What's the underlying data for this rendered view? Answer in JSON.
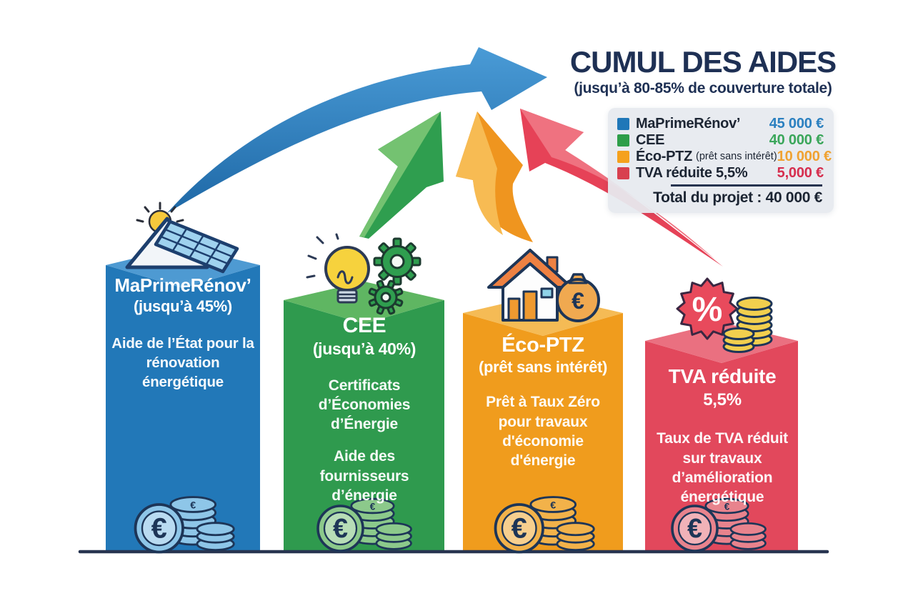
{
  "title": {
    "main": "CUMUL DES AIDES",
    "subtitle": "(jusqu’à 80-85% de couverture totale)"
  },
  "legend": {
    "items": [
      {
        "name": "MaPrimeRénov’",
        "note": "",
        "value": "45 000 €",
        "color": "#1f77b8",
        "value_color": "#2b80c0"
      },
      {
        "name": "CEE",
        "note": "",
        "value": "40 000 €",
        "color": "#2e9e4a",
        "value_color": "#3aa65a"
      },
      {
        "name": "Éco-PTZ",
        "note": "(prêt sans intérêt)",
        "value": "10 000 €",
        "color": "#f5a11d",
        "value_color": "#f0a231"
      },
      {
        "name": "TVA réduite 5,5%",
        "note": "",
        "value": "5,000 €",
        "color": "#d8404f",
        "value_color": "#d62e4e"
      }
    ],
    "total_label": "Total du projet :",
    "total_value": "40 000 €"
  },
  "columns": [
    {
      "title": "MaPrimeRénov’",
      "subtitle": "(jusqu’à 45%)",
      "description": "Aide de l’État pour la rénovation énergétique",
      "color": "#2278b8",
      "top_color": "#4e9ad2",
      "icon": "roof-solar-sun-icon"
    },
    {
      "title": "CEE",
      "subtitle": "(jusqu’à 40%)",
      "description": "Certificats d’Économies d’Énergie",
      "description2": "Aide des fournisseurs d’énergie",
      "color": "#2f9a4e",
      "top_color": "#5fb662",
      "icon": "lightbulb-gears-icon"
    },
    {
      "title": "Éco-PTZ",
      "subtitle": "(prêt sans intérêt)",
      "description": "Prêt à Taux Zéro pour travaux d'économie d'énergie",
      "color": "#f09c1d",
      "top_color": "#f5bb55",
      "icon": "house-moneybag-icon"
    },
    {
      "title": "TVA réduite",
      "subtitle": "5,5%",
      "description": "Taux de TVA réduit sur travaux d’amélioration énergétique",
      "color": "#e2485c",
      "top_color": "#ea7080",
      "icon": "percent-badge-coins-icon"
    }
  ],
  "arrows": {
    "blue_light": "#4a9bd6",
    "blue_dark": "#1e68a6",
    "green": "#2f9e4f",
    "green_light": "#74c271",
    "orange": "#ef951f",
    "orange_light": "#f7bb53",
    "red": "#e64257",
    "red_light": "#ef7280"
  },
  "baseline_color": "#273450"
}
